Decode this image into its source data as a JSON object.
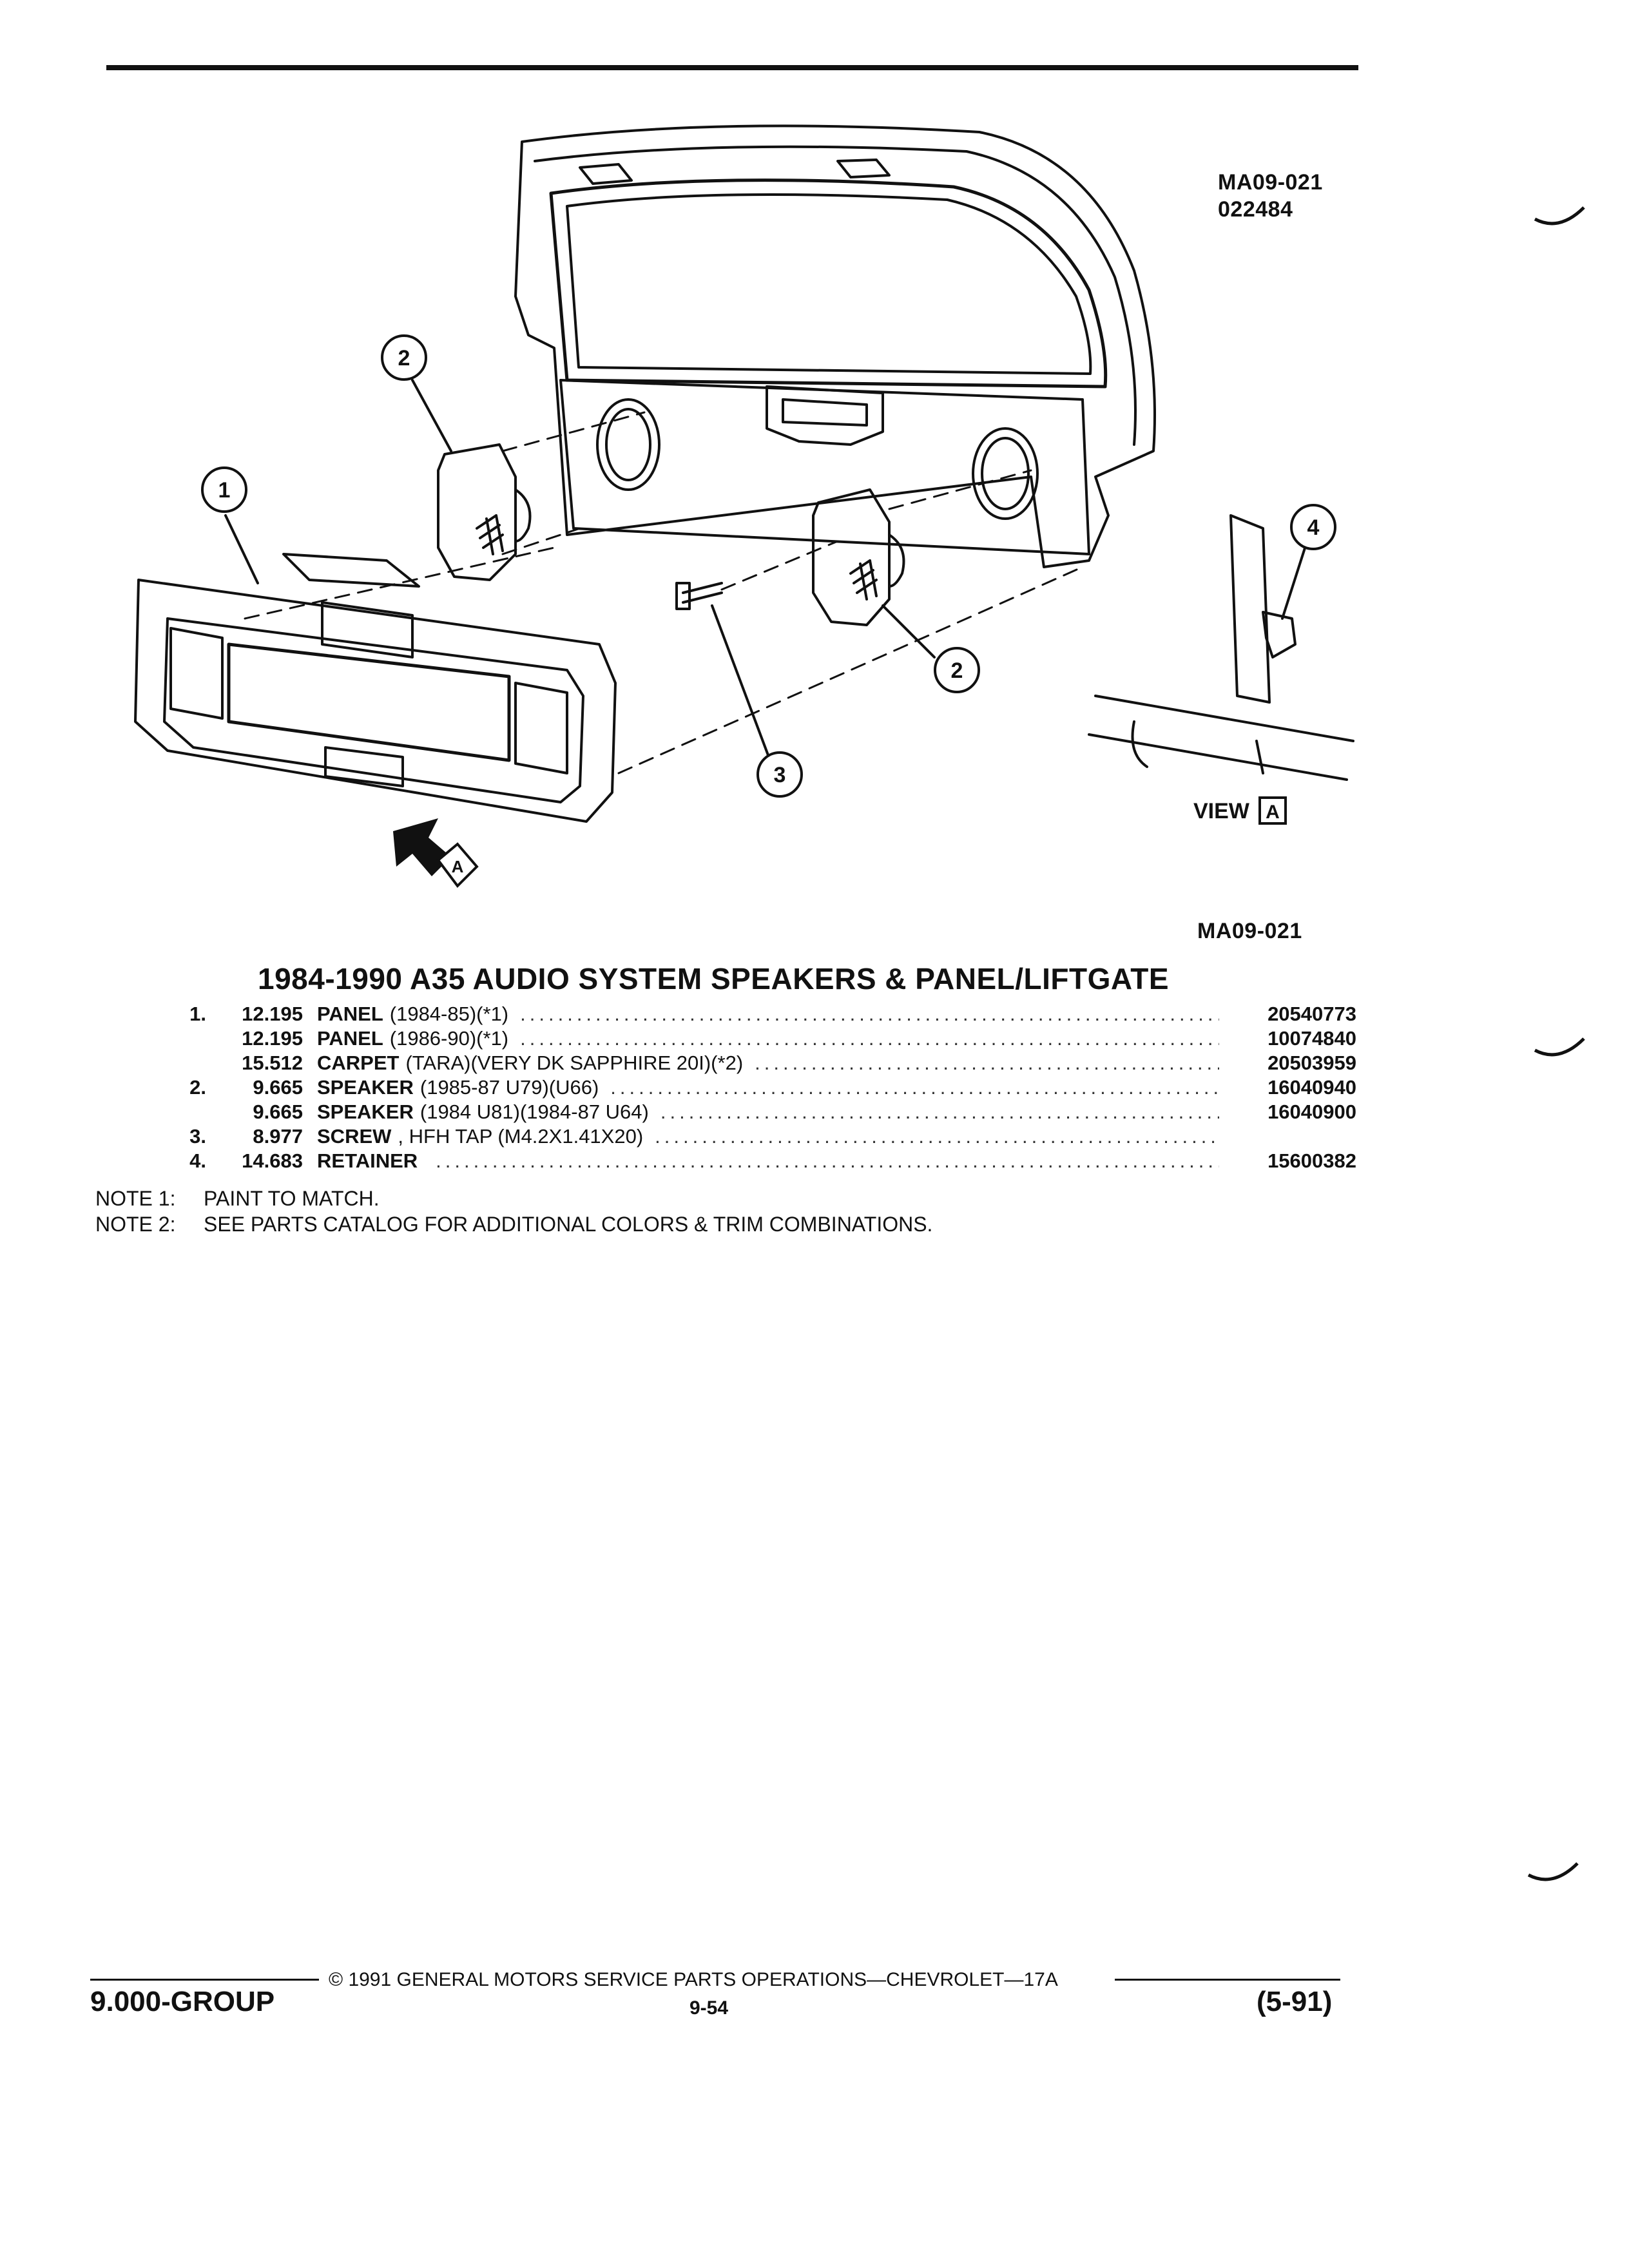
{
  "figure": {
    "code_top": "MA09-021",
    "date_code": "022484",
    "code_bottom": "MA09-021",
    "view_label": "VIEW",
    "view_letter": "A",
    "arrow_letter": "A",
    "callouts": [
      "1",
      "2",
      "2",
      "3",
      "4"
    ]
  },
  "title": "1984-1990 A35 AUDIO SYSTEM SPEAKERS & PANEL/LIFTGATE",
  "parts": [
    {
      "idx": "1.",
      "code": "12.195",
      "name": "PANEL",
      "desc": "(1984-85)(*1)",
      "part_number": "20540773"
    },
    {
      "idx": "",
      "code": "12.195",
      "name": "PANEL",
      "desc": "(1986-90)(*1)",
      "part_number": "10074840"
    },
    {
      "idx": "",
      "code": "15.512",
      "name": "CARPET",
      "desc": "(TARA)(VERY DK SAPPHIRE 20I)(*2)",
      "part_number": "20503959"
    },
    {
      "idx": "2.",
      "code": "9.665",
      "name": "SPEAKER",
      "desc": "(1985-87 U79)(U66)",
      "part_number": "16040940"
    },
    {
      "idx": "",
      "code": "9.665",
      "name": "SPEAKER",
      "desc": "(1984 U81)(1984-87 U64)",
      "part_number": "16040900"
    },
    {
      "idx": "3.",
      "code": "8.977",
      "name": "SCREW",
      "desc": ", HFH TAP (M4.2X1.41X20)",
      "part_number": ""
    },
    {
      "idx": "4.",
      "code": "14.683",
      "name": "RETAINER",
      "desc": "",
      "part_number": "15600382"
    }
  ],
  "notes": [
    {
      "label": "NOTE  1:",
      "text": "PAINT TO MATCH."
    },
    {
      "label": "NOTE  2:",
      "text": "SEE PARTS CATALOG FOR ADDITIONAL COLORS & TRIM COMBINATIONS."
    }
  ],
  "footer": {
    "group": "9.000-GROUP",
    "copyright": "© 1991  GENERAL MOTORS SERVICE PARTS OPERATIONS—CHEVROLET—17A",
    "page": "9-54",
    "date": "(5-91)"
  },
  "colors": {
    "ink": "#111111",
    "paper": "#ffffff"
  }
}
